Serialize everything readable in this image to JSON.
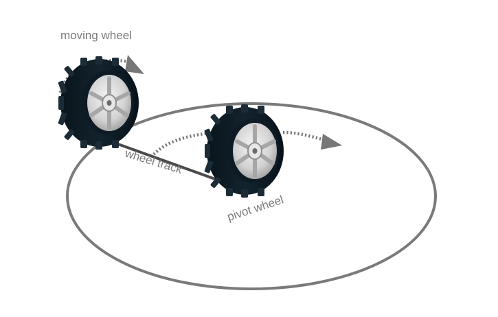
{
  "labels": {
    "moving_wheel": "moving wheel",
    "wheel_track": "wheel track",
    "pivot_wheel": "pivot wheel"
  },
  "colors": {
    "background": "#ffffff",
    "ellipse": "#7a7a7a",
    "axle": "#4a4a4a",
    "arrow": "#777777",
    "tire": "#0b1820",
    "tread": "#1a2a34",
    "rim": "#d4d4d4",
    "rim_shadow": "#a9a9a9",
    "label": "#7a7a7a"
  },
  "icons": {
    "moving": "wheel-icon",
    "pivot": "wheel-icon",
    "arrow": "curved-dotted-arrow-icon"
  }
}
